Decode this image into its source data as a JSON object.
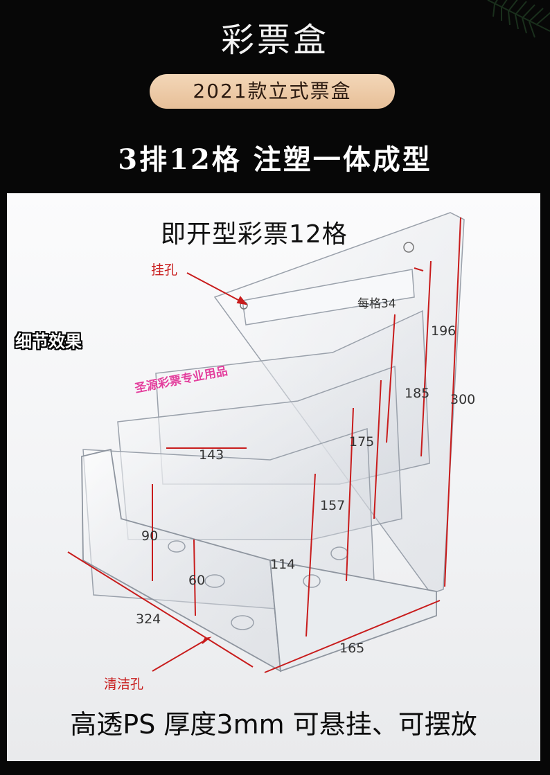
{
  "header": {
    "title": "彩票盒",
    "badge": "2021款立式票盒",
    "tagline": "3排12格  注塑一体成型"
  },
  "photo": {
    "title": "即开型彩票12格",
    "hang_hole_label": "挂孔",
    "detail_label": "细节效果",
    "watermark": "圣源彩票专业用品",
    "cleaning_hole_label": "清洁孔",
    "per_slot_label": "每格34",
    "dimensions": {
      "d196": "196",
      "d300": "300",
      "d185": "185",
      "d175": "175",
      "d157": "157",
      "d143": "143",
      "d114": "114",
      "d90": "90",
      "d60": "60",
      "d324": "324",
      "d165": "165"
    },
    "footer_text": "高透PS 厚度3mm 可悬挂、可摆放"
  },
  "colors": {
    "background": "#070707",
    "badge_gold": "#e7bf98",
    "dimension_red": "#c81c1c",
    "watermark_pink": "#e0208e"
  }
}
